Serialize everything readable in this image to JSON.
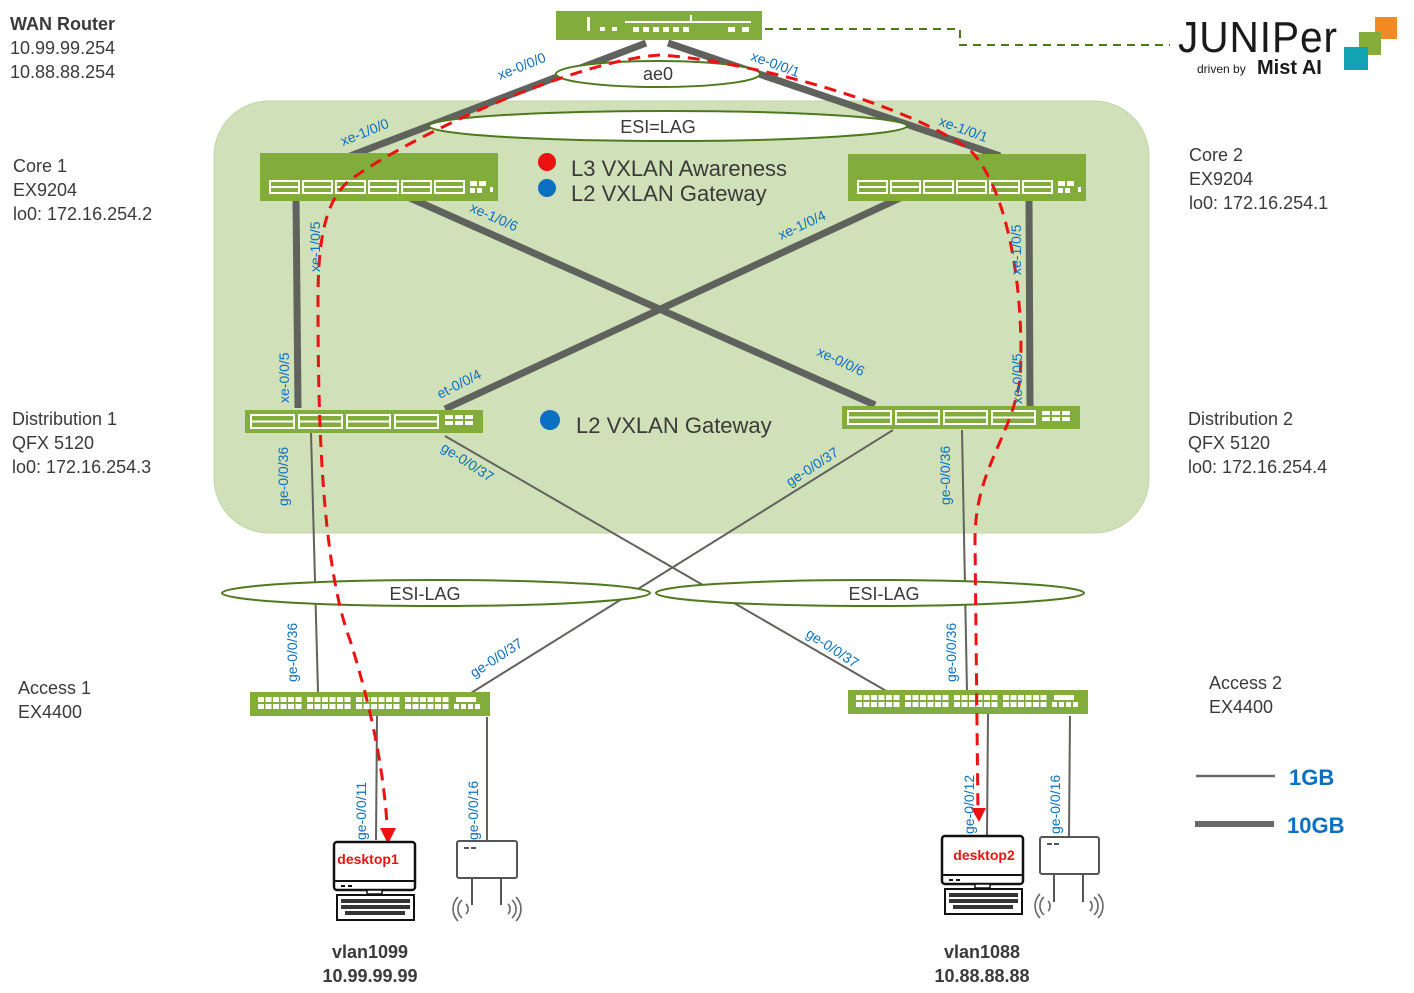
{
  "title": "Juniper EVPN-VXLAN campus fabric topology",
  "colors": {
    "fabric_bg": "#d0e0b8",
    "switch_green": "#82ad3d",
    "port_label_blue": "#0b6fc2",
    "traffic_path_red": "#ee1111",
    "l3_dot": "#ee1111",
    "l2_dot": "#0b6fc2",
    "link_gray": "#5f625d"
  },
  "devices": {
    "wan_router": {
      "name": "WAN Router",
      "line2": "10.99.99.254",
      "line3": "10.88.88.254"
    },
    "core1": {
      "name": "Core 1",
      "model": "EX9204",
      "loopback": "lo0: 172.16.254.2"
    },
    "core2": {
      "name": "Core 2",
      "model": "EX9204",
      "loopback": "lo0: 172.16.254.1"
    },
    "dist1": {
      "name": "Distribution 1",
      "model": "QFX 5120",
      "loopback": "lo0: 172.16.254.3"
    },
    "dist2": {
      "name": "Distribution 2",
      "model": "QFX 5120",
      "loopback": "lo0: 172.16.254.4"
    },
    "access1": {
      "name": "Access 1",
      "model": "EX4400"
    },
    "access2": {
      "name": "Access 2",
      "model": "EX4400"
    }
  },
  "hosts": {
    "desktop1": {
      "name": "desktop1",
      "vlan": "vlan1099",
      "ip": "10.99.99.99"
    },
    "desktop2": {
      "name": "desktop2",
      "vlan": "vlan1088",
      "ip": "10.88.88.88"
    }
  },
  "lags": {
    "wan_ae": "ae0",
    "core_esi": "ESI=LAG",
    "access1_esi": "ESI-LAG",
    "access2_esi": "ESI-LAG"
  },
  "ports": {
    "wan_to_core1": "xe-0/0/0",
    "wan_to_core2": "xe-0/0/1",
    "core1_up": "xe-1/0/0",
    "core2_up": "xe-1/0/1",
    "core1_to_dist1": "xe-1/0/5",
    "core1_to_dist2": "xe-1/0/6",
    "core2_to_dist1": "xe-1/0/4",
    "core2_to_dist2": "xe-1/0/5",
    "dist1_from_core1": "xe-0/0/5",
    "dist1_from_core2": "et-0/0/4",
    "dist2_from_core1": "xe-0/0/6",
    "dist2_from_core2": "xe-0/0/5",
    "dist1_to_acc1": "ge-0/0/36",
    "dist1_to_acc2": "ge-0/0/37",
    "dist2_to_acc1": "ge-0/0/37",
    "dist2_to_acc2": "ge-0/0/36",
    "acc1_from_dist1": "ge-0/0/36",
    "acc1_from_dist2": "ge-0/0/37",
    "acc2_from_dist1": "ge-0/0/37",
    "acc2_from_dist2": "ge-0/0/36",
    "acc1_desktop": "ge-0/0/11",
    "acc1_ap": "ge-0/0/16",
    "acc2_desktop": "ge-0/0/12",
    "acc2_ap": "ge-0/0/16"
  },
  "roles": {
    "core": [
      {
        "label": "L3 VXLAN Awareness",
        "dot": "red"
      },
      {
        "label": "L2 VXLAN Gateway",
        "dot": "blue"
      }
    ],
    "distribution": [
      {
        "label": "L2 VXLAN Gateway",
        "dot": "blue"
      }
    ]
  },
  "legend": {
    "thin": "1GB",
    "thick": "10GB"
  },
  "logo": {
    "brand": "JUNIPer",
    "tagline_prefix": "driven by",
    "tagline_brand": "Mist AI"
  }
}
